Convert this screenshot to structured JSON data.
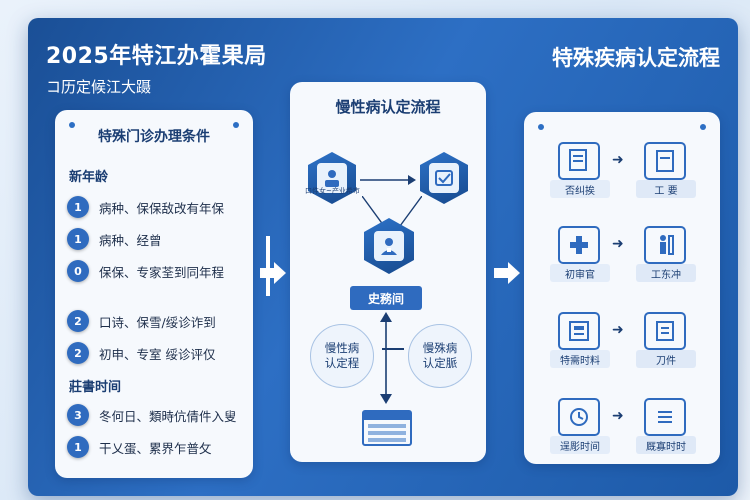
{
  "header": {
    "title": "2025年特江办霍果局",
    "subtitle": "コ历定候江大蹑",
    "right_title": "特殊疾病认定流程"
  },
  "left_card": {
    "title": "特殊门诊办理条件",
    "section1": "新年龄",
    "items1": [
      {
        "num": "1",
        "text": "病种、保保敌改有年保"
      },
      {
        "num": "1",
        "text": "病种、经曾"
      },
      {
        "num": "0",
        "text": "保保、专家荃到同年程"
      }
    ],
    "items2": [
      {
        "num": "2",
        "text": "口诗、保雪/绥诊诈到"
      },
      {
        "num": "2",
        "text": "初申、专室  绥诊评仅"
      }
    ],
    "section2": "莊書时间",
    "items3": [
      {
        "num": "3",
        "text": "冬何日、類時伉倩件入叟"
      },
      {
        "num": "1",
        "text": "干乂蛋、累界乍普攵"
      }
    ]
  },
  "mid_card": {
    "title": "慢性病认定流程",
    "hex1_caption": "口件女~产业希市",
    "banner": "史務间",
    "circle_left": "慢性病\n认定程",
    "circle_right": "慢殊病\n认定脈"
  },
  "right_card": {
    "steps": [
      {
        "left": "否纠挨",
        "right": "工   要"
      },
      {
        "left": "初审官",
        "right": "工东冲"
      },
      {
        "left": "特需时料",
        "right": "刀件"
      },
      {
        "left": "逞彫时间",
        "right": "厩寡时时"
      }
    ]
  },
  "colors": {
    "frame": "#2d6fc4",
    "accent": "#2f6bbf",
    "text_dark": "#1b3e73"
  }
}
